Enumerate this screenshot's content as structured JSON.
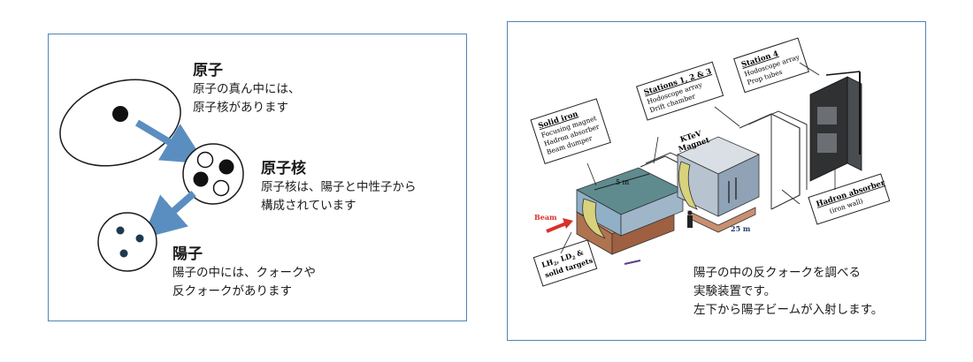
{
  "atom": {
    "title": "原子",
    "lines": [
      "原子の真ん中には、",
      "原子核があります"
    ]
  },
  "nucleus": {
    "title": "原子核",
    "lines": [
      "原子核は、陽子と中性子から",
      "構成されています"
    ]
  },
  "proton": {
    "title": "陽子",
    "lines": [
      "陽子の中には、クォークや",
      "反クォークがあります"
    ]
  },
  "detector": {
    "labels": {
      "solid_iron": "Solid iron",
      "solid_iron_items": [
        "Focusing magnet",
        "Hadron absorber",
        "Beam dumper"
      ],
      "stations": "Stations 1, 2 & 3",
      "stations_items": [
        "Hodoscope array",
        "Drift chamber"
      ],
      "station4": "Station 4",
      "station4_items": [
        "Hodoscope array",
        "Prop tubes"
      ],
      "ktev": "KTeV",
      "magnet": "Magnet",
      "five_m": "5 m",
      "beam": "Beam",
      "twentyfive_m": "25 m",
      "hadron_absorber": "Hadron absorber",
      "iron_wall": "(iron wall)",
      "targets_line1": "LH",
      "targets_line2": ", LD",
      "targets_line3": " &",
      "targets_line4": "solid targets",
      "subscript": "2"
    },
    "caption": [
      "陽子の中の反クォークを調べる",
      "実験装置です。",
      "左下から陽子ビームが入射します。"
    ]
  },
  "colors": {
    "panel_border": "#4f86b3",
    "arrow": "#5b8ec0",
    "quark": "#1e3a4f",
    "magnet_yellow": "#d8d27a",
    "iron_blue": "#9fb6c9",
    "beam_red": "#d6332b"
  }
}
